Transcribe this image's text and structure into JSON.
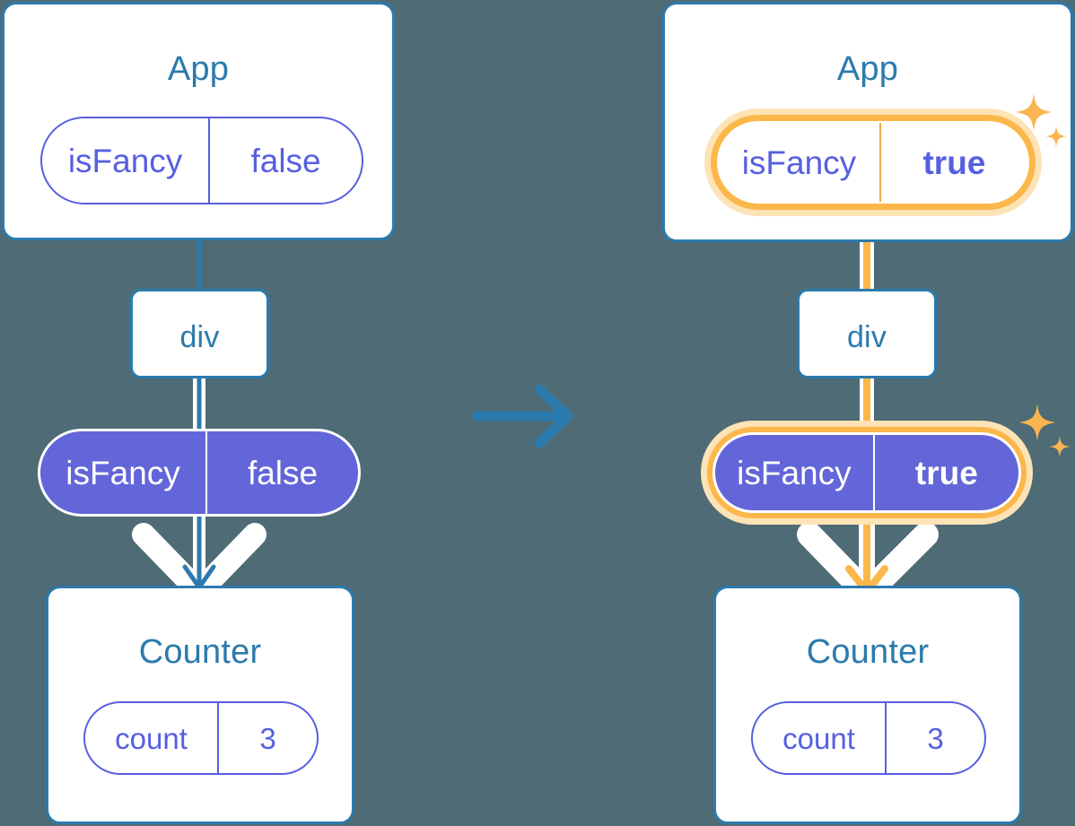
{
  "meta": {
    "background_color": "#4e6b76",
    "accent_blue": "#2b7aad",
    "accent_indigo": "#575fe0",
    "accent_indigo_fill": "#6366d8",
    "accent_orange": "#fbb74a",
    "accent_orange_glow": "#fde3b6",
    "wire_white": "#ffffff"
  },
  "transition_arrow": {
    "icon": "arrow-right-icon",
    "color": "#2b7aad"
  },
  "panels": [
    {
      "id": "before",
      "app": {
        "title": "App",
        "state": {
          "name": "isFancy",
          "value": "false",
          "highlighted": false
        }
      },
      "div": {
        "label": "div"
      },
      "prop": {
        "name": "isFancy",
        "value": "false",
        "highlighted": false
      },
      "counter": {
        "title": "Counter",
        "state": {
          "name": "count",
          "value": "3",
          "highlighted": false
        }
      },
      "sparkles": []
    },
    {
      "id": "after",
      "app": {
        "title": "App",
        "state": {
          "name": "isFancy",
          "value": "true",
          "highlighted": true
        }
      },
      "div": {
        "label": "div"
      },
      "prop": {
        "name": "isFancy",
        "value": "true",
        "highlighted": true
      },
      "counter": {
        "title": "Counter",
        "state": {
          "name": "count",
          "value": "3",
          "highlighted": false
        }
      },
      "sparkles": [
        {
          "icon": "sparkle-icon",
          "near": "app-state-pill"
        },
        {
          "icon": "sparkle-icon",
          "near": "prop-pill"
        }
      ]
    }
  ]
}
